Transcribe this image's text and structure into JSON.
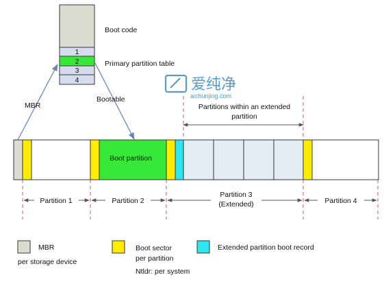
{
  "mbr_stack": {
    "boot_code": "Boot code",
    "entries": [
      "1",
      "2",
      "3",
      "4"
    ],
    "active_entry_index": 1,
    "primary_table_label": "Primary partition table"
  },
  "arrows": {
    "mbr_label": "MBR",
    "bootable_label": "Bootable"
  },
  "extended_header": {
    "line1": "Partitions within an extended",
    "line2": "partition"
  },
  "disk": {
    "boot_partition_label": "Boot partition"
  },
  "partition_labels": {
    "p1": "Partition 1",
    "p2": "Partition 2",
    "p3_line1": "Partition 3",
    "p3_line2": "(Extended)",
    "p4": "Partition 4"
  },
  "legend": {
    "mbr": {
      "title": "MBR",
      "desc": "per storage device"
    },
    "boot_sector": {
      "title": "Boot sector",
      "desc1": "per partition",
      "desc2": "Ntldr: per system"
    },
    "ext_boot": {
      "title": "Extended partition boot record"
    }
  },
  "watermark": {
    "cn": "爱纯净",
    "url": "aichunjing.com"
  },
  "colors": {
    "mbr_gray": "#dcdcd0",
    "boot_sector_yellow": "#ffec00",
    "ext_boot_cyan": "#2ee6f2",
    "boot_partition_green": "#38e838",
    "extended_fill": "#e6ecf6",
    "outline": "#333333",
    "divider_red": "#e07070",
    "arrow_blue": "#6a85b6"
  }
}
